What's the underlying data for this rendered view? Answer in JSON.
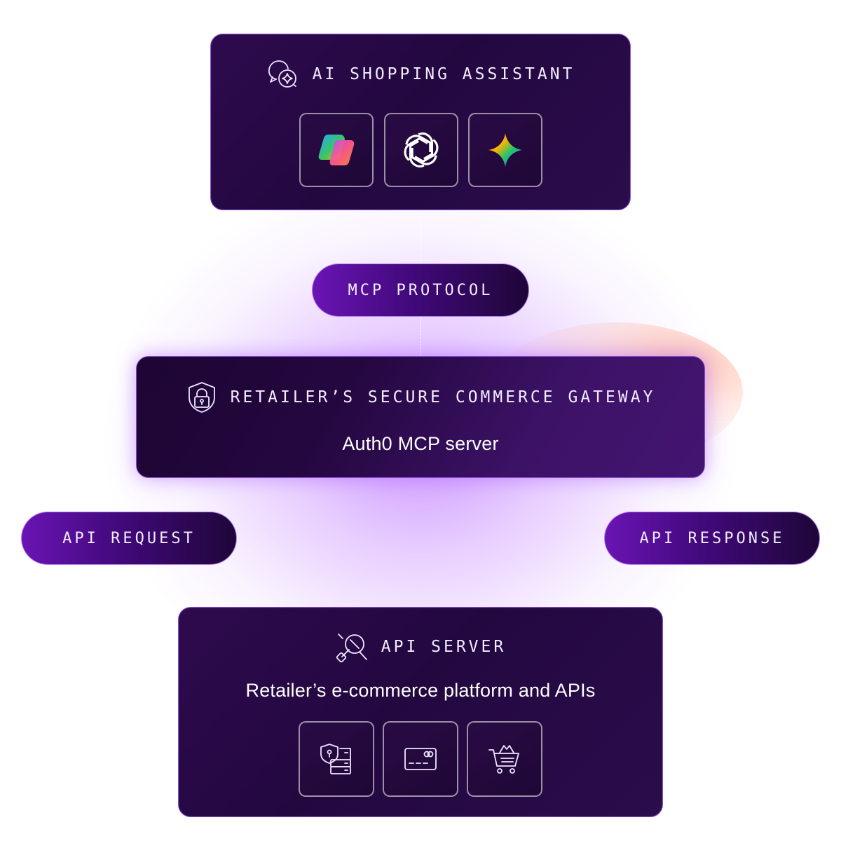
{
  "diagram": {
    "assistant": {
      "title": "AI SHOPPING ASSISTANT",
      "title_icon": "chat-sparkle-icon",
      "apps": [
        "copilot-icon",
        "openai-icon",
        "gemini-icon"
      ]
    },
    "protocol": {
      "label": "MCP PROTOCOL"
    },
    "gateway": {
      "title": "RETAILER’S SECURE COMMERCE GATEWAY",
      "title_icon": "shield-lock-icon",
      "subtitle": "Auth0 MCP server"
    },
    "request": {
      "label": "API REQUEST"
    },
    "response": {
      "label": "API RESPONSE"
    },
    "api_server": {
      "title": "API SERVER",
      "title_icon": "api-plug-icon",
      "subtitle": "Retailer’s e-commerce platform and APIs",
      "services": [
        "secure-database-icon",
        "payment-card-icon",
        "shopping-cart-icon"
      ]
    },
    "colors": {
      "card_dark": "#230840",
      "accent_purple": "#8a4fd8",
      "pill_start": "#6a14b4",
      "glow": "#c484ff"
    }
  }
}
